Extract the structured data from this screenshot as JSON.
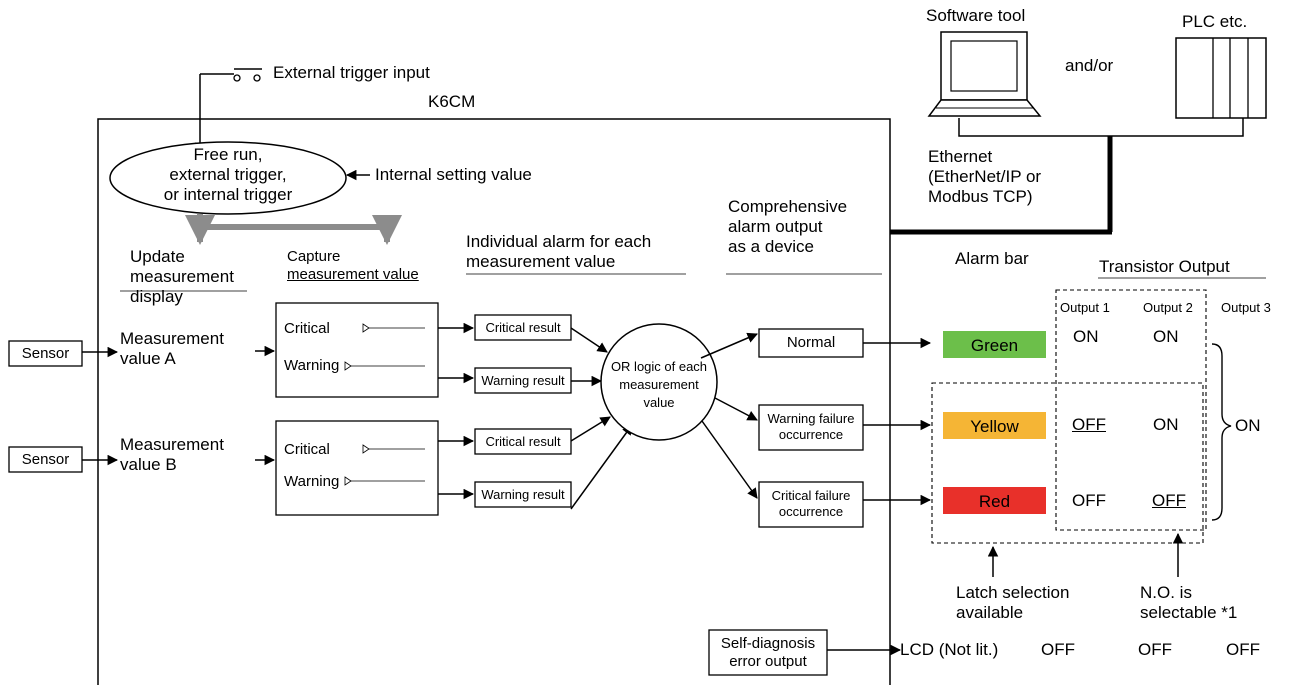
{
  "device_name": "K6CM",
  "external_trigger": "External trigger input",
  "trigger_mode": [
    "Free run,",
    "external trigger,",
    "or internal trigger"
  ],
  "internal_setting": "Internal setting value",
  "software_tool": "Software tool",
  "and_or": "and/or",
  "plc": "PLC etc.",
  "ethernet": [
    "Ethernet",
    "(EtherNet/IP or",
    "Modbus TCP)"
  ],
  "update_display": [
    "Update",
    "measurement",
    "display"
  ],
  "capture": [
    "Capture",
    "measurement value"
  ],
  "individual_alarm": [
    "Individual alarm for each",
    "measurement value"
  ],
  "comprehensive": [
    "Comprehensive",
    "alarm output",
    "as a device"
  ],
  "alarm_bar_title": "Alarm bar",
  "transistor_title": "Transistor Output",
  "output_headers": [
    "Output 1",
    "Output 2",
    "Output 3"
  ],
  "sensor_label": "Sensor",
  "measurement_a": [
    "Measurement",
    "value A"
  ],
  "measurement_b": [
    "Measurement",
    "value B"
  ],
  "critical_label": "Critical",
  "warning_label": "Warning",
  "critical_result": "Critical result",
  "warning_result": "Warning result",
  "or_logic": [
    "OR logic of each",
    "measurement",
    "value"
  ],
  "normal": "Normal",
  "warning_failure": [
    "Warning failure",
    "occurrence"
  ],
  "critical_failure": [
    "Critical failure",
    "occurrence"
  ],
  "alarm_colors": [
    {
      "label": "Green",
      "color": "#6cbf4a"
    },
    {
      "label": "Yellow",
      "color": "#f5b535"
    },
    {
      "label": "Red",
      "color": "#e8302a"
    }
  ],
  "outputs": {
    "green": [
      "ON",
      "ON"
    ],
    "yellow": [
      "OFF",
      "ON"
    ],
    "red": [
      "OFF",
      "OFF"
    ],
    "output3": "ON"
  },
  "latch_note": [
    "Latch selection",
    "available"
  ],
  "no_note": [
    "N.O. is",
    "selectable *1"
  ],
  "self_diag": [
    "Self-diagnosis",
    "error output"
  ],
  "lcd": "LCD (Not lit.)",
  "lcd_outputs": [
    "OFF",
    "OFF",
    "OFF"
  ]
}
